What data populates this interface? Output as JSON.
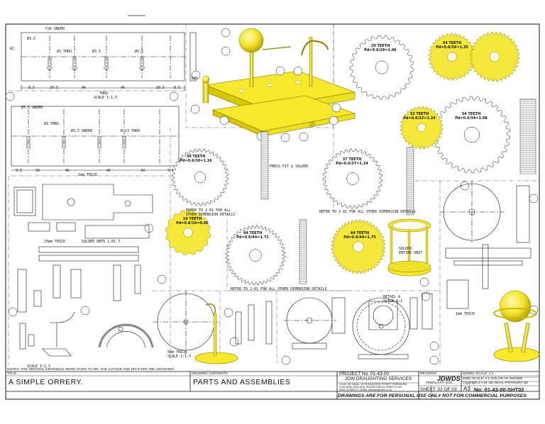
{
  "notes": "NOTES: THE ORIGINAL DRAWINGS WERE GIVEN TO ME. THE AUTHOR AND DRAFTER ARE UNKNOWN.",
  "title_block": {
    "title_caption": "TITLE",
    "title": "A SIMPLE ORRERY.",
    "contents_caption": "DRAWING CONTENTS",
    "contents": "PARTS AND ASSEMBLIES",
    "project": "PROJECT No. 01-43-00",
    "company": "JDW DRAUGHTING SERVICES",
    "address1": "J.A.M. DE WAAL 32 OCEANVIEW STREET PAPAKURA",
    "address2": "2110 NEW ZEALAND PHONE 0064-9-2989271 FAX",
    "address3": "0064-9-2989171 EMAIL jdewaal@xtra.co.nz",
    "logo": "JDWDS",
    "revision_caption": "REVISION",
    "model_scale": "MODEL SCALE: 1:1",
    "dwg_scale": "DWG SCALE: 1:1 (A3) OR AS SHOWN",
    "date": "FEBRUARY 2021",
    "copyright": "Copyright J.A.M. DE WAAL PAPAKURA NZ",
    "sheet": "SHEET: 02 OF 03",
    "size": "A3",
    "drawing_no": "No: 01-43-00-SHT02",
    "disclaimer": "DRAWINGS ARE FOR PERSONAL USE ONLY NOT FOR COMMERCIAL PURPOSES"
  },
  "gears": [
    {
      "label": "30 TEETH",
      "spec": "Pd=0.6/30=1.16"
    },
    {
      "label": "44 TEETH",
      "spec": "Pd=0.6/44=1.71"
    },
    {
      "label": "37 TEETH",
      "spec": "Pd=0.6/37=1.24"
    },
    {
      "label": "34 TEETH",
      "spec": "Pd=0.6/34=1.08"
    },
    {
      "label": "29 TEETH",
      "spec": "Pd=0.6/29=1.06"
    },
    {
      "label": "16 TEETH",
      "spec": "Pd=0.6/16=0.66"
    },
    {
      "label": "32 TEETH",
      "spec": "Pd=0.6/32=1.24"
    },
    {
      "label": "34 TEETH",
      "spec": "Pd=0.6/34=1.35"
    },
    {
      "label": "44 TEETH",
      "spec": "Pd=0.6/44=1.75"
    }
  ],
  "labels": {
    "csk_under": "CSK UNDER",
    "thru": "THRU",
    "scale_115": "SCALE 1:1.5",
    "thick_1mm": "1mm THICK",
    "thick_25mm": "25mm THICK",
    "solder_onto": "SOLDER ONTO 1-01.7",
    "refer_1": "REFER TO 2-01 FOR ALL OTHER DIMENSION DETAILS",
    "refer_2": "REFER TO 2-01 FOR ALL OTHER DIMENSION DETAILS",
    "refer_3": "REFER TO 2-01 FOR ALL OTHER DIMENSION DETAILS",
    "press_fit": "PRESS FIT & SOLDER",
    "brs": "BRS",
    "solder_entire": "SOLDER ENTIRE UNIT",
    "thick_5mm": "5mm THICK SCALE 1:1.5",
    "detail_a": "DETAIL A SCALE 3:1",
    "thick_1mm_b": "1mm THICK",
    "scale_15": "SCALE 1:1.5"
  },
  "colors": {
    "line": "#222222",
    "gear_fill": "#f5e83a",
    "gear_stroke": "#8a7d00",
    "brass": "#e9d826"
  }
}
